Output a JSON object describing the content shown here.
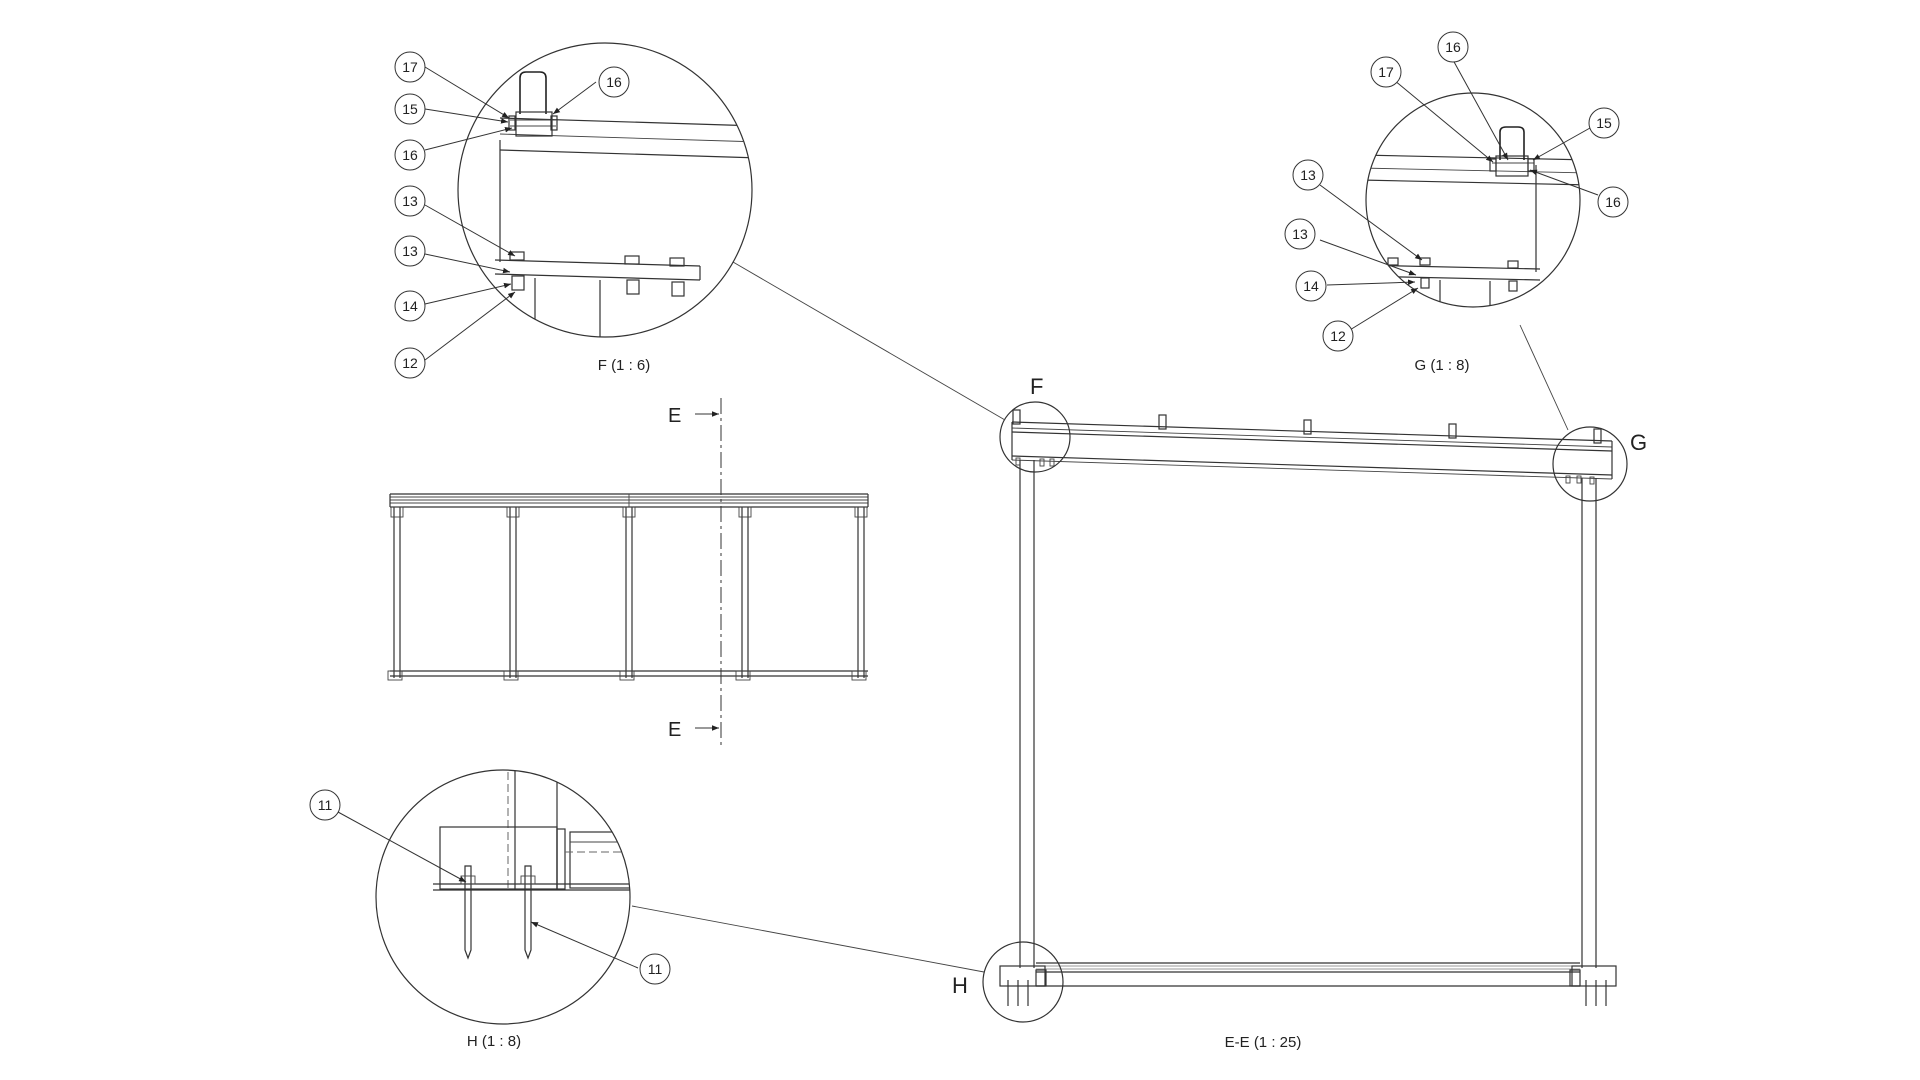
{
  "views": {
    "detail_f": "F (1 : 6)",
    "detail_g": "G (1 : 8)",
    "detail_h": "H (1 : 8)",
    "section_ee": "E-E (1 : 25)"
  },
  "markers": {
    "f": "F",
    "g": "G",
    "h": "H",
    "e_top": "E",
    "e_bottom": "E"
  },
  "balloons": {
    "f": [
      "17",
      "15",
      "16",
      "16",
      "13",
      "13",
      "14",
      "12"
    ],
    "g": [
      "16",
      "17",
      "15",
      "16",
      "13",
      "13",
      "14",
      "12"
    ],
    "h": [
      "11",
      "11"
    ]
  },
  "colors": {
    "line": "#333333",
    "background": "#ffffff"
  }
}
